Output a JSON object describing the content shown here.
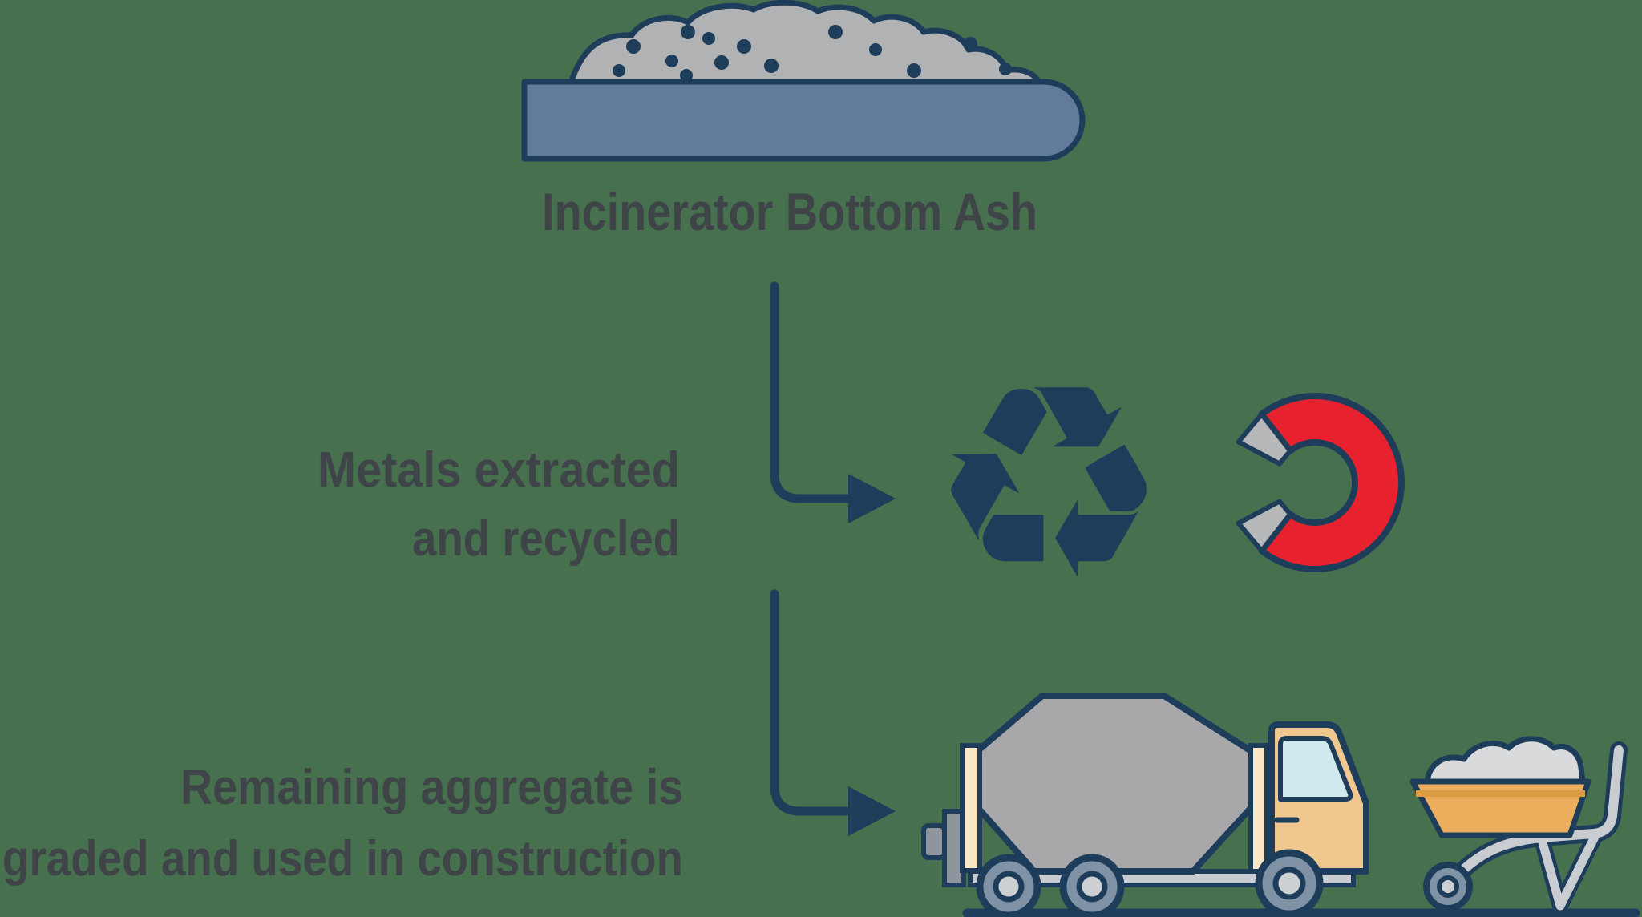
{
  "background_color": "#47704f",
  "palette": {
    "navy_outline": "#1e3d5b",
    "conveyor_slate_blue": "#627a9b",
    "ash_gray": "#b1b2b4",
    "text_charcoal": "#3f4448",
    "magnet_red": "#e8212e",
    "magnet_tip_gray": "#b6b8ba",
    "truck_cab_tan": "#f0c78e",
    "cream": "#f8e6c4",
    "window_blue": "#cfe9ee",
    "wheel_slate": "#8093a6",
    "hub_light_gray": "#cdd0d3",
    "wheelbarrow_orange": "#ecae5c",
    "wheelbarrow_rim_orange": "#dd9b41"
  },
  "header": {
    "title": "Incinerator Bottom Ash"
  },
  "flows": [
    {
      "label_line1": "Metals extracted",
      "label_line2": "and recycled",
      "icons": [
        "recycle-icon",
        "magnet-icon"
      ]
    },
    {
      "label_line1": "Remaining aggregate is",
      "label_line2": "graded and used in construction",
      "icons": [
        "mixer-truck-icon",
        "wheelbarrow-icon"
      ]
    }
  ],
  "icons": {
    "recycle_glyph": "♻"
  }
}
